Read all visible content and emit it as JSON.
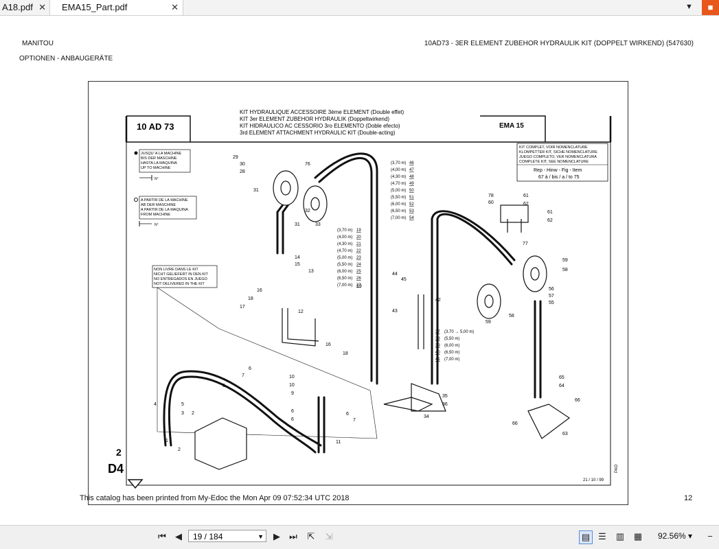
{
  "tabs": [
    {
      "label": "A18.pdf"
    },
    {
      "label": "EMA15_Part.pdf"
    }
  ],
  "tab_menu_icon": "chevron-down-icon",
  "header": {
    "brand": "MANITOU",
    "title": "10AD73 - 3ER ELEMENT ZUBEHOR HYDRAULIK KIT (DOPPELT WIRKEND) (547630)",
    "section": "OPTIONEN - ANBAUGERÄTE"
  },
  "drawing": {
    "code_left": "10 AD 73",
    "code_right": "EMA 15",
    "titles": [
      "KIT HYDRAULIQUE ACCESSOIRE 3ème ELEMENT (Double effet)",
      "KIT 3er ELEMENT ZUBEHOR HYDRAULIK (Doppeltwirkend)",
      "KIT HIDRAULICO AC CESSORIO 3ro  ELEMENTO (Doble efecto)",
      "3rd ELEMENT ATTACHMENT HYDRAULIC KIT (Double-acting)"
    ],
    "legend_until": [
      "JUSQU' A LA MACHINE",
      "BIS DER MASCHINE",
      "HASTA LA MAQUINA",
      "UP TO MACHINE"
    ],
    "legend_from": [
      "A PARTIR DE LA MACHINE",
      "AB DER MASCHINE",
      "A PARTIR DE LA MAQUINA",
      "FROM MACHINE"
    ],
    "serial_label": "N°",
    "not_delivered": [
      "NON LIVRE DANS LE KIT",
      "NICHT GELIEFERT IN DEN KIT",
      "NO ENTREGADOS EN JUEGO",
      "NOT DELIVERED IN THE KIT"
    ],
    "kit_box": [
      "KIT COMPLET, VOIR NOMENCLATURE",
      "KLOMPETTER KIT, SICHE NOMENCLATURE",
      "JUEGO COMPLETO, VER NOMENCLATURA",
      "COMPLETE KIT, SEE NOMENCLATURE"
    ],
    "ref_header": "Rep - Hinw - Fig - Item",
    "ref_range": "67 à / bis / a / to 75",
    "hose_table_a": [
      [
        "(3,70 m)",
        "46"
      ],
      [
        "(4,00 m)",
        "47"
      ],
      [
        "(4,30 m)",
        "48"
      ],
      [
        "(4,70 m)",
        "49"
      ],
      [
        "(5,00 m)",
        "50"
      ],
      [
        "(5,50 m)",
        "51"
      ],
      [
        "(6,00 m)",
        "52"
      ],
      [
        "(6,50 m)",
        "53"
      ],
      [
        "(7,00 m)",
        "54"
      ]
    ],
    "hose_table_b": [
      [
        "(3,70 m)",
        "19"
      ],
      [
        "(4,00 m)",
        "20"
      ],
      [
        "(4,30 m)",
        "21"
      ],
      [
        "(4,70 m)",
        "22"
      ],
      [
        "(5,00 m)",
        "23"
      ],
      [
        "(5,50 m)",
        "24"
      ],
      [
        "(6,00 m)",
        "25"
      ],
      [
        "(6,50 m)",
        "26"
      ],
      [
        "(7,00 m)",
        "27"
      ]
    ],
    "hose_table_c": [
      [
        "37",
        "(3,70 → 5,00 m)"
      ],
      [
        "38",
        "(5,50 m)"
      ],
      [
        "39",
        "(6,00 m)"
      ],
      [
        "40",
        "(6,50 m)"
      ],
      [
        "41",
        "(7,00 m)"
      ]
    ],
    "page_marker_num": "2",
    "page_marker_code": "D4",
    "date": "21 / 10 / 99",
    "vertical_code": "PAO",
    "callouts": [
      "29",
      "30",
      "28",
      "76",
      "31",
      "31",
      "32",
      "33",
      "14",
      "15",
      "13",
      "16",
      "18",
      "17",
      "12",
      "16",
      "18",
      "19",
      "4",
      "5",
      "3",
      "2",
      "1",
      "2",
      "6",
      "7",
      "6",
      "10",
      "10",
      "9",
      "6",
      "6",
      "6",
      "7",
      "11",
      "44",
      "45",
      "43",
      "42",
      "35",
      "36",
      "34",
      "78",
      "60",
      "61",
      "62",
      "61",
      "62",
      "77",
      "59",
      "58",
      "56",
      "57",
      "55",
      "59",
      "58",
      "65",
      "64",
      "66",
      "66",
      "63"
    ]
  },
  "footer": {
    "printed": "This catalog has been printed from My-Edoc the  Mon Apr 09 07:52:34 UTC 2018",
    "page_num": "12"
  },
  "toolbar": {
    "page_indicator": "19 / 184",
    "zoom": "92.56%"
  }
}
